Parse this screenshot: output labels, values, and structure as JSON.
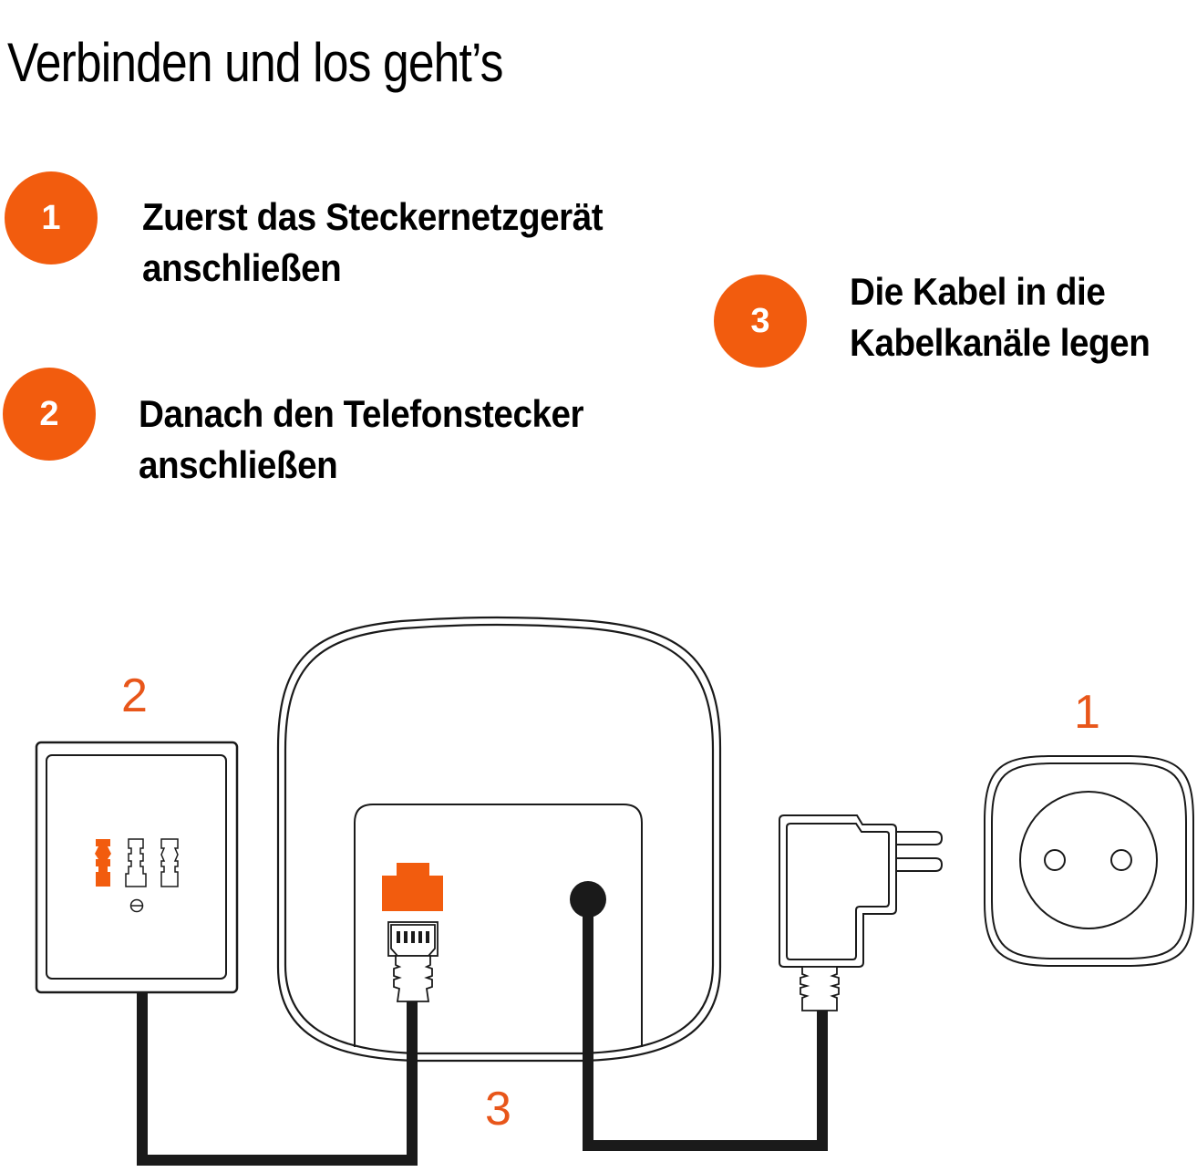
{
  "title": "Verbinden und los geht’s",
  "colors": {
    "accent": "#f25c0e",
    "line": "#1a1a1a",
    "background": "#ffffff"
  },
  "steps": [
    {
      "number": "1",
      "line1": "Zuerst das Steckernetzgerät",
      "line2": "anschließen"
    },
    {
      "number": "2",
      "line1": "Danach den Telefonstecker",
      "line2": "anschließen"
    },
    {
      "number": "3",
      "line1": "Die Kabel in die",
      "line2": "Kabelkanäle legen"
    }
  ],
  "diagram": {
    "labels": {
      "phone_jack": "2",
      "cable_channel": "3",
      "power_outlet": "1"
    },
    "components": [
      {
        "name": "TAE phone wall jack",
        "icon": "wall-jack-icon"
      },
      {
        "name": "Base station (rear view)",
        "icon": "base-station-icon"
      },
      {
        "name": "RJ11 phone plug",
        "icon": "rj-plug-icon"
      },
      {
        "name": "Power socket on base",
        "icon": "power-port-icon"
      },
      {
        "name": "Plug-in power adapter",
        "icon": "power-adapter-icon"
      },
      {
        "name": "Wall power outlet",
        "icon": "power-outlet-icon"
      }
    ]
  }
}
